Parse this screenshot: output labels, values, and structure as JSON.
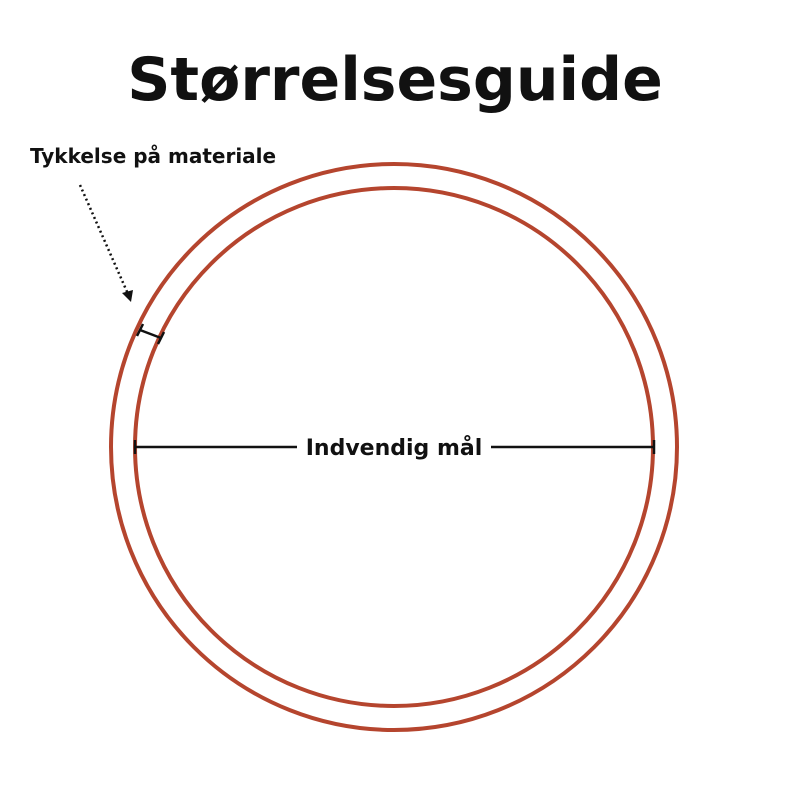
{
  "title": "Størrelsesguide",
  "labels": {
    "thickness": "Tykkelse på materiale",
    "inner_measure": "Indvendig mål"
  },
  "colors": {
    "ring": "#b5452e",
    "text": "#111111",
    "lines": "#111111",
    "background": "#ffffff"
  }
}
